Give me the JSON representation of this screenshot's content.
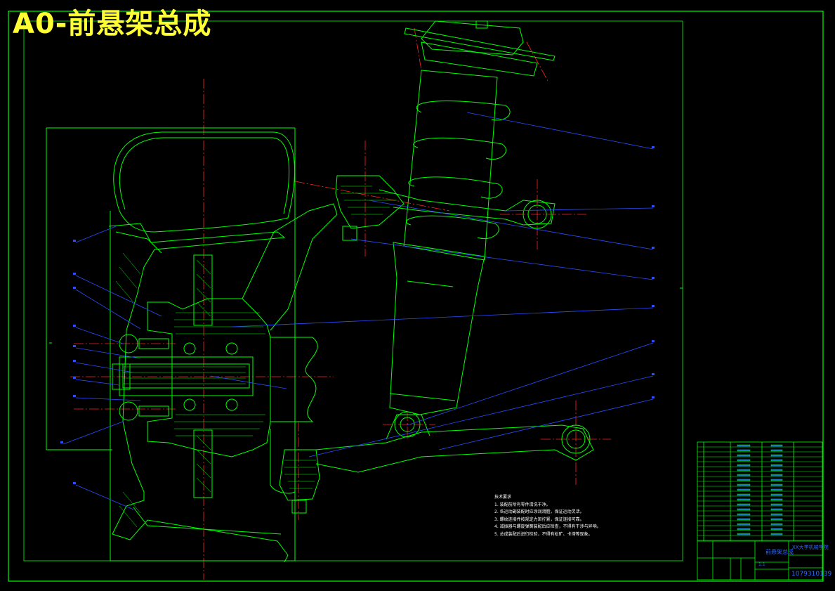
{
  "title": "A0-前悬架总成",
  "colors": {
    "background": "#000000",
    "outline": "#00ff00",
    "centerline": "#ff2222",
    "leader": "#2b4dff",
    "title": "#ffff33",
    "text": "#ffffff"
  },
  "notes": {
    "heading": "技术要求",
    "items": [
      "1. 装配前所有零件清洗干净。",
      "2. 各运动副装配时应涂润滑脂，保证运动灵活。",
      "3. 螺纹连接件按规定力矩拧紧，保证连接可靠。",
      "4. 减振器与螺旋弹簧装配后应检查，不得有干涉与异响。",
      "5. 总成装配后进行检验，不得有松旷、卡滞等现象。"
    ]
  },
  "title_block": {
    "drawing_title": "前悬架总成",
    "company": "XX大学机械学院",
    "code": "1079310139",
    "scale": "1:1"
  }
}
